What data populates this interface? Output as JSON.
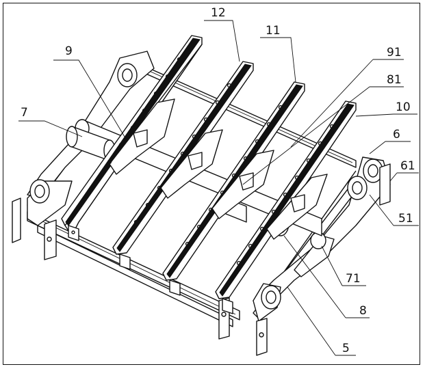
{
  "figure": {
    "labels": [
      {
        "id": "12",
        "text": "12"
      },
      {
        "id": "11",
        "text": "11"
      },
      {
        "id": "9",
        "text": "9"
      },
      {
        "id": "91",
        "text": "91"
      },
      {
        "id": "81",
        "text": "81"
      },
      {
        "id": "10",
        "text": "10"
      },
      {
        "id": "7",
        "text": "7"
      },
      {
        "id": "6",
        "text": "6"
      },
      {
        "id": "61",
        "text": "61"
      },
      {
        "id": "51",
        "text": "51"
      },
      {
        "id": "71",
        "text": "71"
      },
      {
        "id": "8",
        "text": "8"
      },
      {
        "id": "5",
        "text": "5"
      }
    ]
  }
}
